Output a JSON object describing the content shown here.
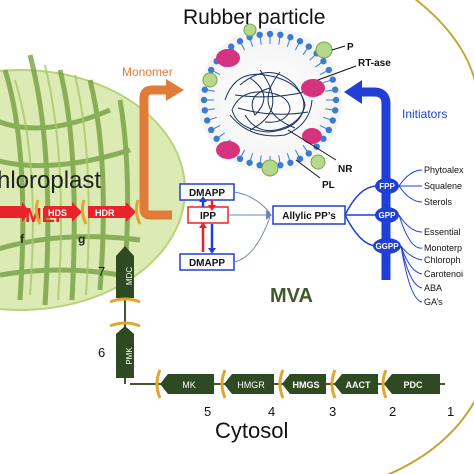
{
  "title": "Rubber particle",
  "rubber_particle_labels": {
    "p": "P",
    "rt_ase": "RT-ase",
    "nr": "NR",
    "pl": "PL"
  },
  "arrows": {
    "monomer": "Monomer",
    "initiators": "Initiators"
  },
  "chloroplast": {
    "label": "hloroplast",
    "pathway": "MEP",
    "enzymes": [
      "HDS",
      "HDR"
    ],
    "steps": [
      "f",
      "g"
    ]
  },
  "center": {
    "dmapp_top": "DMAPP",
    "ipp": "IPP",
    "dmapp_bottom": "DMAPP",
    "allylic": "Allylic PP’s"
  },
  "hub_nodes": [
    "FPP",
    "GPP",
    "GGPP"
  ],
  "products": {
    "fpp": [
      "Phytoalex",
      "Squalene",
      "Sterols"
    ],
    "gpp": [
      "Essential",
      "Monoterp"
    ],
    "ggpp": [
      "Chloroph",
      "Carotenoi",
      "ABA",
      "GA’s"
    ]
  },
  "mva": {
    "label": "MVA",
    "enzymes": [
      "PDC",
      "AACT",
      "HMGS",
      "HMGR",
      "MK",
      "PMK",
      "MDC"
    ],
    "step_numbers": [
      "1",
      "2",
      "3",
      "4",
      "5",
      "6",
      "7"
    ]
  },
  "compartment": "Cytosol",
  "colors": {
    "chloroplast": "#cfe4a0",
    "monomer": "#e07b39",
    "initiators": "#1f3fd6",
    "mva": "#3e5a2a",
    "mep": "#e8232a",
    "enzyme": "#2e4a22"
  }
}
